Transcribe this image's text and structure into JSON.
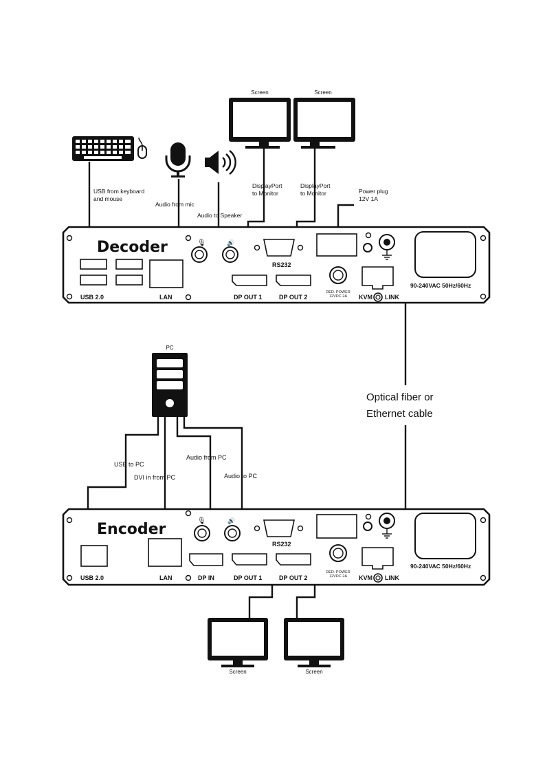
{
  "decoder": {
    "title": "Decoder",
    "ports": {
      "usb": "USB 2.0",
      "lan": "LAN",
      "rs232": "RS232",
      "dp_out_1": "DP OUT 1",
      "dp_out_2": "DP OUT 2",
      "red_power_1": "RED. POWER",
      "red_power_2": "12VDC 2A",
      "kvm": "KVM",
      "link": "LINK",
      "power_spec": "90-240VAC  50Hz/60Hz"
    },
    "labels": {
      "usb_kbd_1": "USB from keyboard",
      "usb_kbd_2": "and mouse",
      "audio_mic": "Audio from mic",
      "audio_spk": "Audio to Speaker",
      "dp1_1": "DisplayPort",
      "dp1_2": "to Monitor",
      "dp2_1": "DisplayPort",
      "dp2_2": "to Monitor",
      "power_1": "Power plug",
      "power_2": "12V 1A",
      "screen_1": "Screen",
      "screen_2": "Screen"
    }
  },
  "encoder": {
    "title": "Encoder",
    "ports": {
      "usb": "USB 2.0",
      "lan": "LAN",
      "dp_in": "DP IN",
      "rs232": "RS232",
      "dp_out_1": "DP OUT 1",
      "dp_out_2": "DP OUT 2",
      "red_power_1": "RED. POWER",
      "red_power_2": "12VDC 2A",
      "kvm": "KVM",
      "link": "LINK",
      "power_spec": "90-240VAC  50Hz/60Hz"
    },
    "labels": {
      "pc": "PC",
      "usb_pc": "USB to PC",
      "dvi_in": "DVI in from PC",
      "audio_from_pc": "Audio from PC",
      "audio_to_pc": "Audio to PC",
      "screen_1": "Screen",
      "screen_2": "Screen"
    }
  },
  "link_cable": {
    "line_1": "Optical fiber or",
    "line_2": "Ethernet cable"
  },
  "icons": [
    "keyboard-icon",
    "mouse-icon",
    "microphone-icon",
    "speaker-icon",
    "monitor-icon",
    "pc-tower-icon",
    "ground-icon"
  ]
}
